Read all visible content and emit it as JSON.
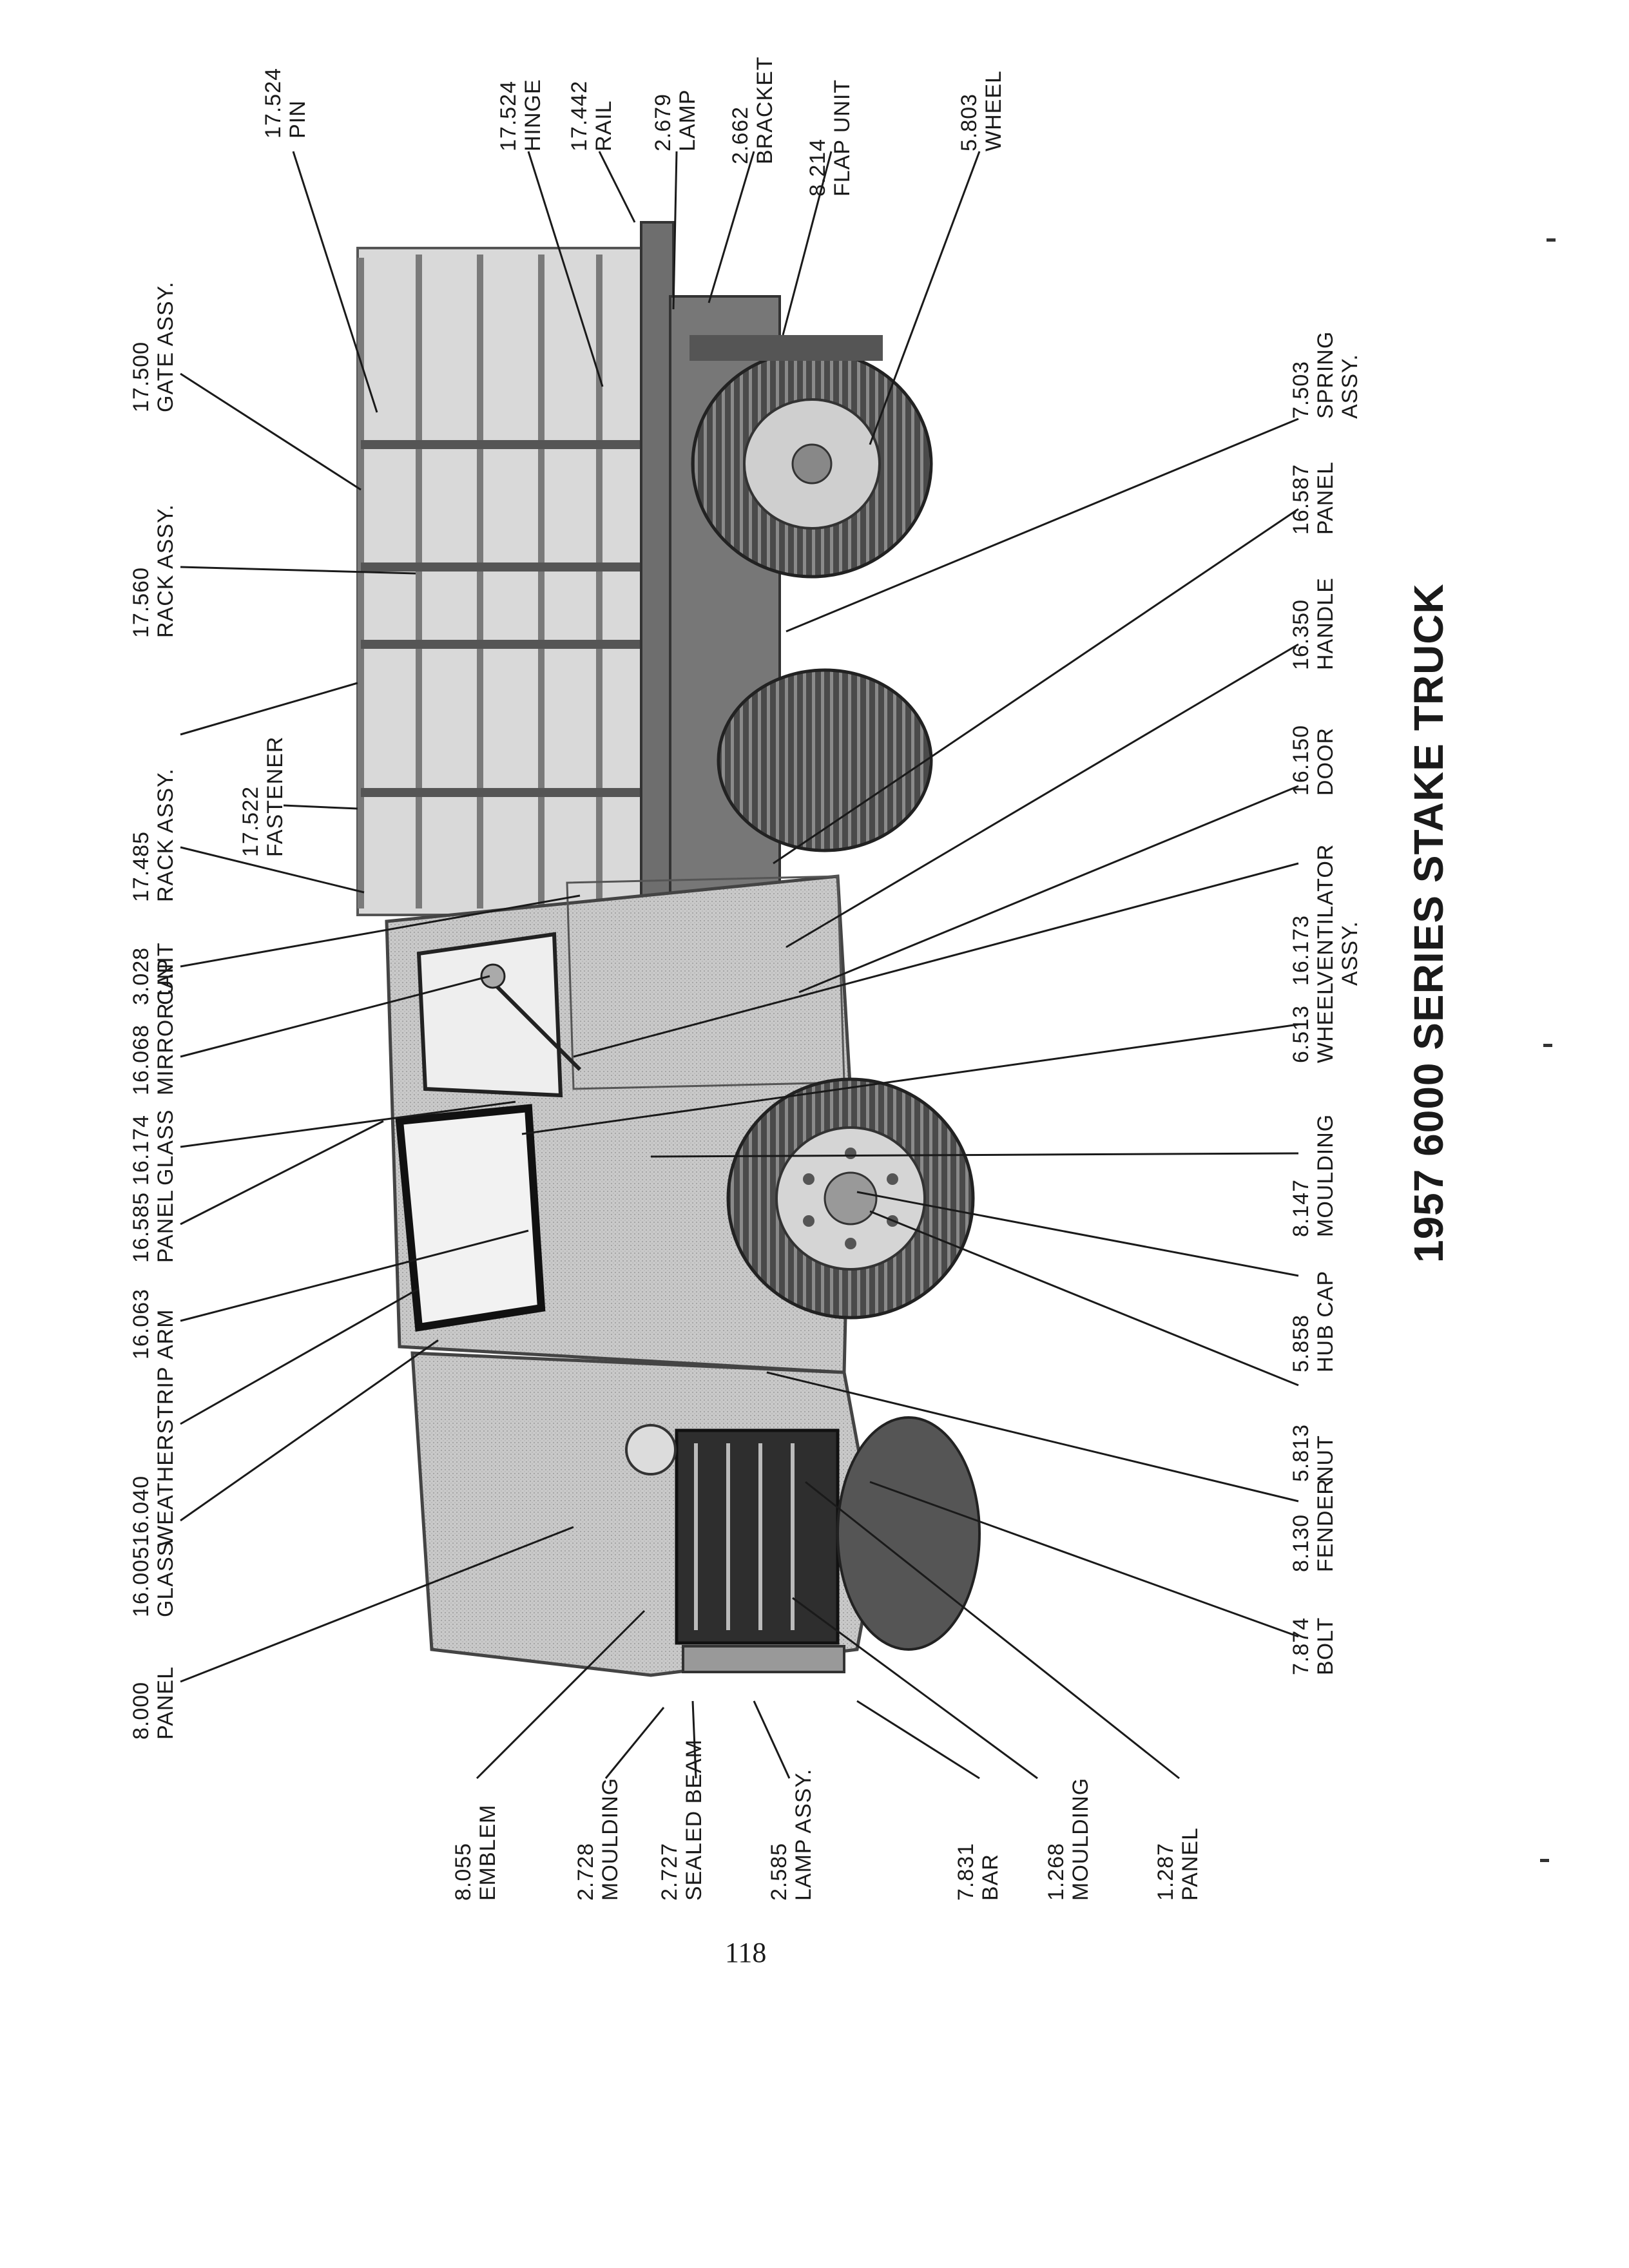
{
  "title": "1957 6000 SERIES STAKE TRUCK",
  "page_number": "118",
  "parts": [
    {
      "id": "pin",
      "number": "17.524",
      "name": "PIN"
    },
    {
      "id": "hinge",
      "number": "17.524",
      "name": "HINGE"
    },
    {
      "id": "rail",
      "number": "17.442",
      "name": "RAIL"
    },
    {
      "id": "lamp",
      "number": "2.679",
      "name": "LAMP"
    },
    {
      "id": "bracket",
      "number": "2.662",
      "name": "BRACKET"
    },
    {
      "id": "flap-unit",
      "number": "8.214",
      "name": "FLAP UNIT"
    },
    {
      "id": "wheel-rear",
      "number": "5.803",
      "name": "WHEEL"
    },
    {
      "id": "gate-assy",
      "number": "17.500",
      "name": "GATE ASSY."
    },
    {
      "id": "rack-assy-upper",
      "number": "17.560",
      "name": "RACK ASSY."
    },
    {
      "id": "rack-assy-lower",
      "number": "17.485",
      "name": "RACK ASSY."
    },
    {
      "id": "fastener",
      "number": "17.522",
      "name": "FASTENER"
    },
    {
      "id": "cap",
      "number": "3.028",
      "name": "CAP"
    },
    {
      "id": "mirror-unit",
      "number": "16.068",
      "name": "MIRROR UNIT"
    },
    {
      "id": "glass-door",
      "number": "16.174",
      "name": "GLASS"
    },
    {
      "id": "panel-cowl",
      "number": "16.585",
      "name": "PANEL"
    },
    {
      "id": "arm",
      "number": "16.063",
      "name": "ARM"
    },
    {
      "id": "weatherstrip",
      "number": "16.040",
      "name": "WEATHERSTRIP"
    },
    {
      "id": "glass-windshield",
      "number": "16.005",
      "name": "GLASS"
    },
    {
      "id": "panel-hood",
      "number": "8.000",
      "name": "PANEL"
    },
    {
      "id": "emblem",
      "number": "8.055",
      "name": "EMBLEM"
    },
    {
      "id": "moulding-grille",
      "number": "2.728",
      "name": "MOULDING"
    },
    {
      "id": "sealed-beam",
      "number": "2.727",
      "name": "SEALED BEAM"
    },
    {
      "id": "lamp-assy",
      "number": "2.585",
      "name": "LAMP ASSY."
    },
    {
      "id": "bar",
      "number": "7.831",
      "name": "BAR"
    },
    {
      "id": "moulding-front",
      "number": "1.268",
      "name": "MOULDING"
    },
    {
      "id": "panel-grille",
      "number": "1.287",
      "name": "PANEL"
    },
    {
      "id": "spring-assy",
      "number": "7.503",
      "name": "SPRING ASSY."
    },
    {
      "id": "panel-back",
      "number": "16.587",
      "name": "PANEL"
    },
    {
      "id": "handle",
      "number": "16.350",
      "name": "HANDLE"
    },
    {
      "id": "door",
      "number": "16.150",
      "name": "DOOR"
    },
    {
      "id": "ventilator-assy",
      "number": "16.173",
      "name": "VENTILATOR ASSY."
    },
    {
      "id": "wheel-front",
      "number": "6.513",
      "name": "WHEEL"
    },
    {
      "id": "moulding-fender",
      "number": "8.147",
      "name": "MOULDING"
    },
    {
      "id": "hub-cap",
      "number": "5.858",
      "name": "HUB CAP"
    },
    {
      "id": "nut",
      "number": "5.813",
      "name": "NUT"
    },
    {
      "id": "fender",
      "number": "8.130",
      "name": "FENDER"
    },
    {
      "id": "bolt",
      "number": "7.874",
      "name": "BOLT"
    }
  ]
}
